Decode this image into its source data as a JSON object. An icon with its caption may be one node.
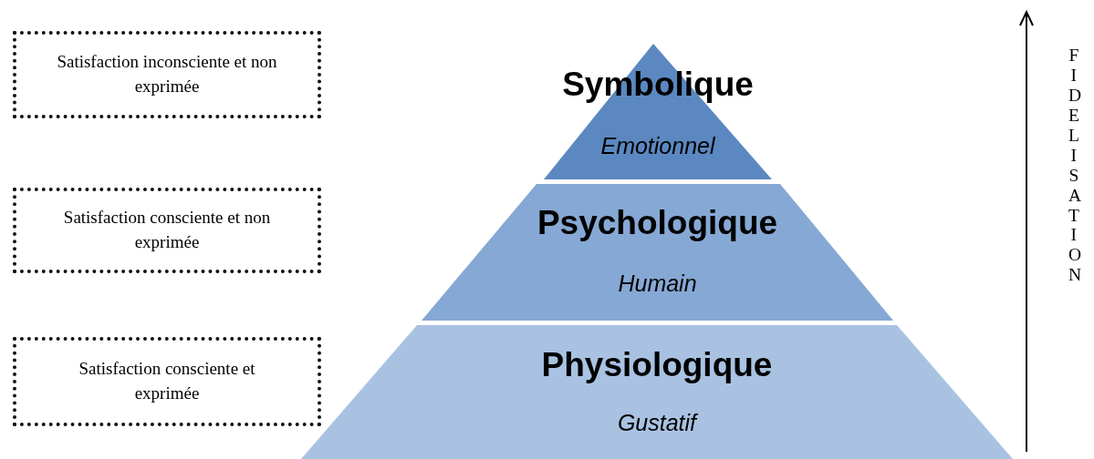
{
  "diagram": {
    "nodes": [
      {
        "text": [
          "Satisfaction inconsciente et non exprimée"
        ]
      },
      {
        "text": [
          "Symbolique",
          "Emotionnel"
        ]
      },
      {
        "text": [
          "Satisfaction consciente et non exprimée"
        ]
      },
      {
        "text": [
          "Psychologique",
          "Humain"
        ]
      },
      {
        "text": [
          "Satisfaction consciente et exprimée"
        ]
      },
      {
        "text": [
          "Physiologique",
          "Gustatif"
        ]
      }
    ],
    "labels": [
      "FIDELISATION"
    ]
  }
}
